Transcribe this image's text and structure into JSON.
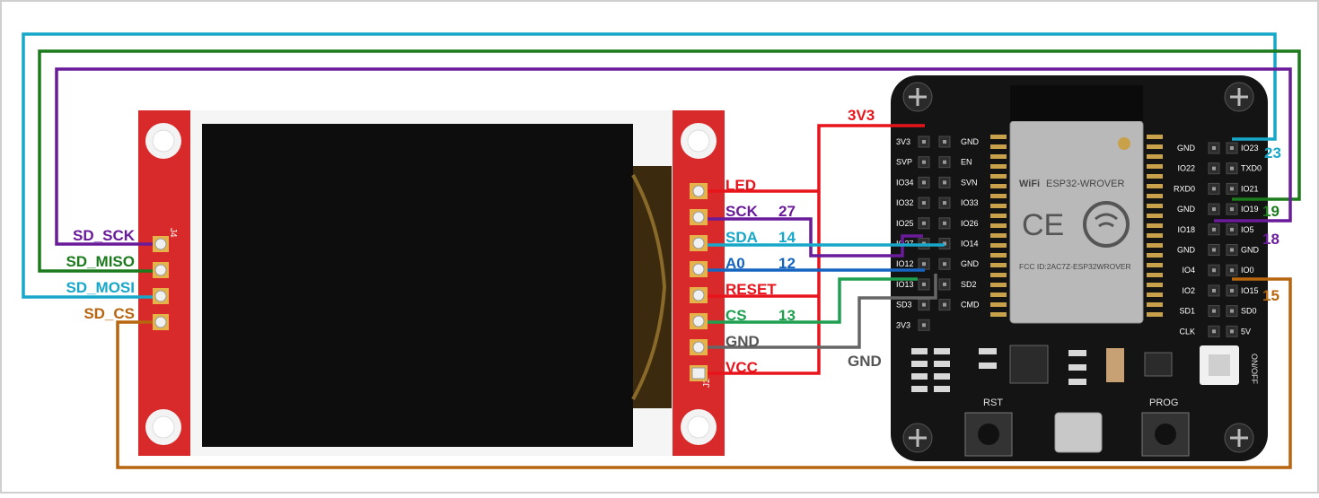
{
  "display": {
    "sd_header_id": "J4",
    "lcd_header_id": "J2",
    "sd_pins": [
      {
        "label": "SD_SCK",
        "color": "#6a1b9a"
      },
      {
        "label": "SD_MISO",
        "color": "#1b7a1b"
      },
      {
        "label": "SD_MOSI",
        "color": "#17a7c9"
      },
      {
        "label": "SD_CS",
        "color": "#b8650f"
      }
    ],
    "lcd_pins": [
      {
        "label": "LED",
        "num": "",
        "color": "#e8141b"
      },
      {
        "label": "SCK",
        "num": "27",
        "color": "#6a1b9a"
      },
      {
        "label": "SDA",
        "num": "14",
        "color": "#17a7c9"
      },
      {
        "label": "A0",
        "num": "12",
        "color": "#1565c0"
      },
      {
        "label": "RESET",
        "num": "",
        "color": "#e8141b"
      },
      {
        "label": "CS",
        "num": "13",
        "color": "#1ea050"
      },
      {
        "label": "GND",
        "num": "",
        "color": "#555555"
      },
      {
        "label": "VCC",
        "num": "",
        "color": "#e8141b"
      }
    ]
  },
  "board": {
    "module_brand": "WiFi",
    "module_name": "ESP32-WROVER",
    "module_ce": "CE",
    "module_fcc": "FCC ID:2AC7Z-ESP32WROVER",
    "left_outer_pins": [
      "3V3",
      "SVP",
      "IO34",
      "IO32",
      "IO25",
      "IO27",
      "IO12",
      "IO13",
      "SD3",
      "3V3"
    ],
    "left_inner_pins": [
      "GND",
      "EN",
      "SVN",
      "IO33",
      "IO26",
      "IO14",
      "GND",
      "SD2",
      "CMD"
    ],
    "right_inner_pins": [
      "GND",
      "IO22",
      "RXD0",
      "GND",
      "IO18",
      "GND",
      "IO4",
      "IO2",
      "SD1",
      "CLK"
    ],
    "right_outer_pins": [
      "IO23",
      "TXD0",
      "IO21",
      "IO19",
      "IO5",
      "GND",
      "IO0",
      "IO15",
      "SD0",
      "5V"
    ],
    "buttons": {
      "rst": "RST",
      "prog": "PROG"
    },
    "switch_label": "ON/OFF"
  },
  "wire_labels": {
    "v33": "3V3",
    "gnd": "GND",
    "io23": "23",
    "io19": "19",
    "io18": "18",
    "io15": "15"
  },
  "colors": {
    "pcb_red": "#d82a2a",
    "board_black": "#141414",
    "module_silver": "#b9b9b9",
    "wire_red": "#e8141b",
    "wire_green": "#1b7a1b",
    "wire_cyan": "#17a7c9",
    "wire_purple": "#6a1b9a",
    "wire_orange": "#b8650f",
    "wire_gray": "#666666",
    "wire_blue": "#1565c0",
    "wire_cs_green": "#1ea050"
  }
}
